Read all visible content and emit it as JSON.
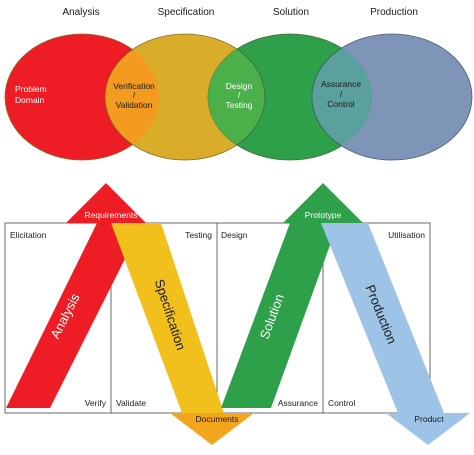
{
  "headers": {
    "analysis": "Analysis",
    "specification": "Specification",
    "solution": "Solution",
    "production": "Production"
  },
  "circles": {
    "problem_domain_1": "Problem",
    "problem_domain_2": "Domain",
    "verification": "Verification",
    "slash_1": "/",
    "validation": "Validation",
    "design": "Design",
    "slash_2": "/",
    "testing": "Testing",
    "assurance": "Assurance",
    "slash_3": "/",
    "control": "Control"
  },
  "vmodel": {
    "requirements": "Requirements",
    "prototype": "Prototype",
    "documents": "Documents",
    "product": "Product",
    "elicitation": "Elicitation",
    "testing": "Testing",
    "design": "Design",
    "utilisation": "Utilisation",
    "verify": "Verify",
    "validate": "Validate",
    "assurance": "Assurance",
    "control": "Control",
    "analysis": "Analysis",
    "specification": "Specification",
    "solution": "Solution",
    "production": "Production"
  },
  "colors": {
    "red": "#ee1c24",
    "orange_overlap": "#f5a020",
    "gold": "#d9ad2a",
    "yellow_band": "#f2c01c",
    "green": "#2ea04a",
    "light_green": "#48b85a",
    "blue": "#7f95b8",
    "light_blue": "#9dc3e6",
    "orange_arrow": "#f4a51e"
  }
}
